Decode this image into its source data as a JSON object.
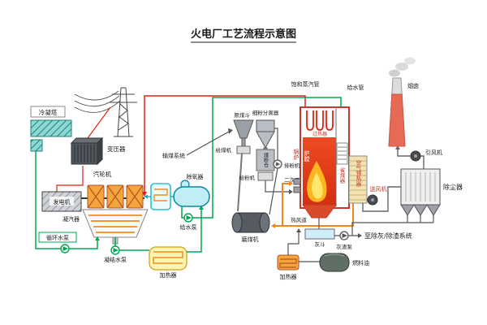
{
  "title": "火电厂工艺流程示意图",
  "colors": {
    "steam": "#dd2211",
    "water": "#00a651",
    "extraction": "#00b4c8",
    "air": "#f0861e",
    "flue": "#555555"
  },
  "sections": {
    "electrical": {
      "cooling_tower": "冷凝塔",
      "transformer": "变压器",
      "generator": "发电机"
    },
    "steam_water": {
      "turbine": "汽轮机",
      "condenser": "凝汽器",
      "circ_pump": "循环水泵",
      "condensate_pump": "凝结水泵",
      "lp_heater": "加热器",
      "deaerator": "除氧器",
      "feed_pump": "给水泵",
      "sat_steam_pipe": "饱和蒸汽管",
      "feedwater_pipe": "给水管"
    },
    "coal": {
      "coal_supply": "输煤系统",
      "raw_coal_hopper": "原煤斗",
      "fine_separator": "细粉分离器",
      "coal_feeder": "给煤机",
      "pc_bunker": "煤粉仓",
      "pc_feeder": "给粉机",
      "exhauster": "排粉机",
      "coal_mill": "磨煤机",
      "hot_air_duct": "热风道",
      "secondary_air": "二次风"
    },
    "boiler": {
      "boiler": "锅炉",
      "furnace": "炉膛",
      "superheater": "过热器",
      "economizer": "省煤器",
      "air_preheater": "空气预热器",
      "ash_hopper": "灰斗"
    },
    "flue_ash": {
      "fd_fan": "送风机",
      "id_fan": "引风机",
      "precipitator": "除尘器",
      "chimney": "烟囱",
      "slag_pump": "灰渣泵",
      "ash_system": "至除灰/除渣系统"
    },
    "oil": {
      "oil_heater": "加热器",
      "fuel_oil": "燃料油"
    }
  }
}
